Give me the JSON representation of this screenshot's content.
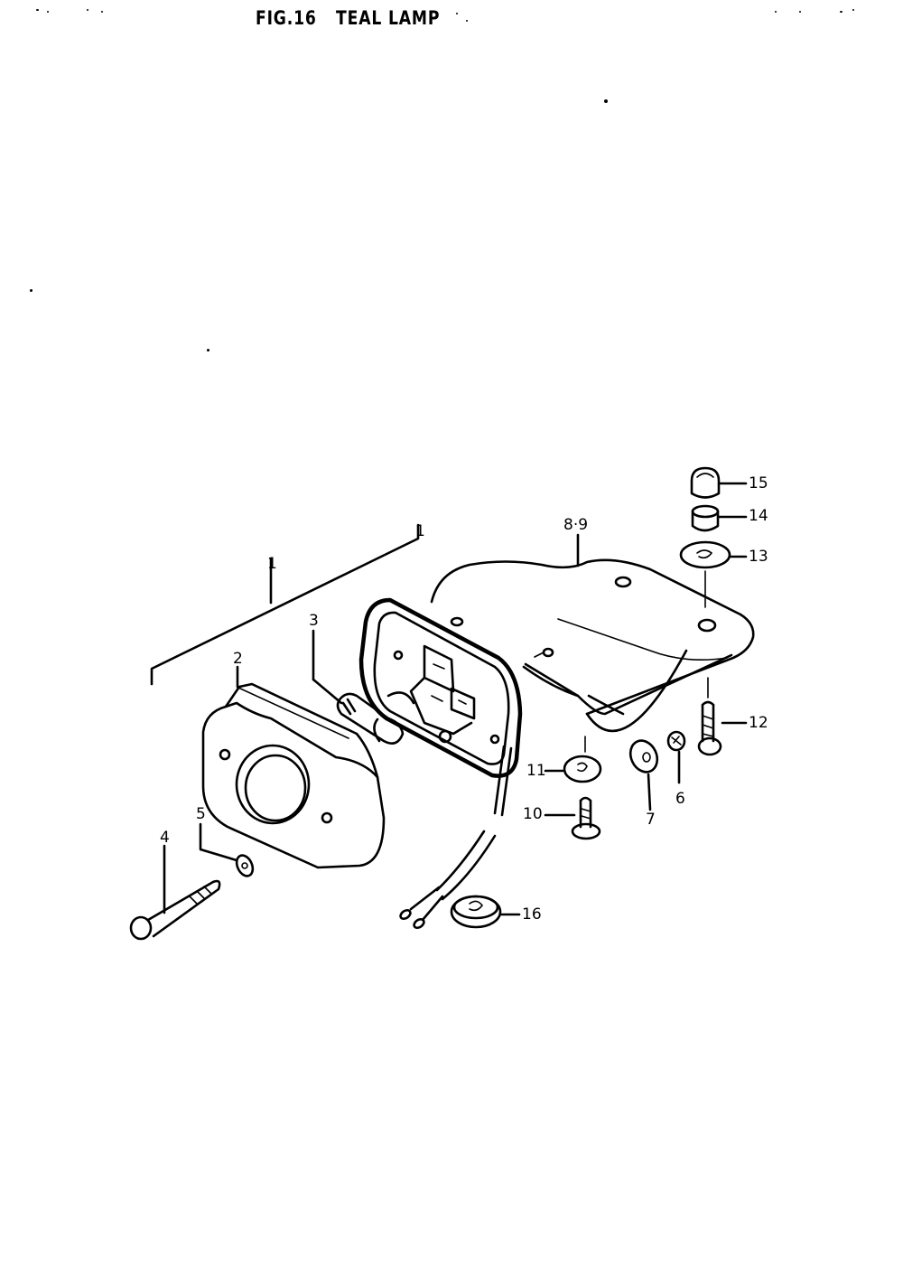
{
  "figure": {
    "number": "FIG.16",
    "title": "TEAL LAMP"
  },
  "callouts": {
    "p1": "1",
    "p2": "2",
    "p3": "3",
    "p4": "4",
    "p5": "5",
    "p6": "6",
    "p7": "7",
    "p8_9": "8·9",
    "p10": "10",
    "p11": "11",
    "p12": "12",
    "p13": "13",
    "p14": "14",
    "p15": "15",
    "p16": "16"
  }
}
